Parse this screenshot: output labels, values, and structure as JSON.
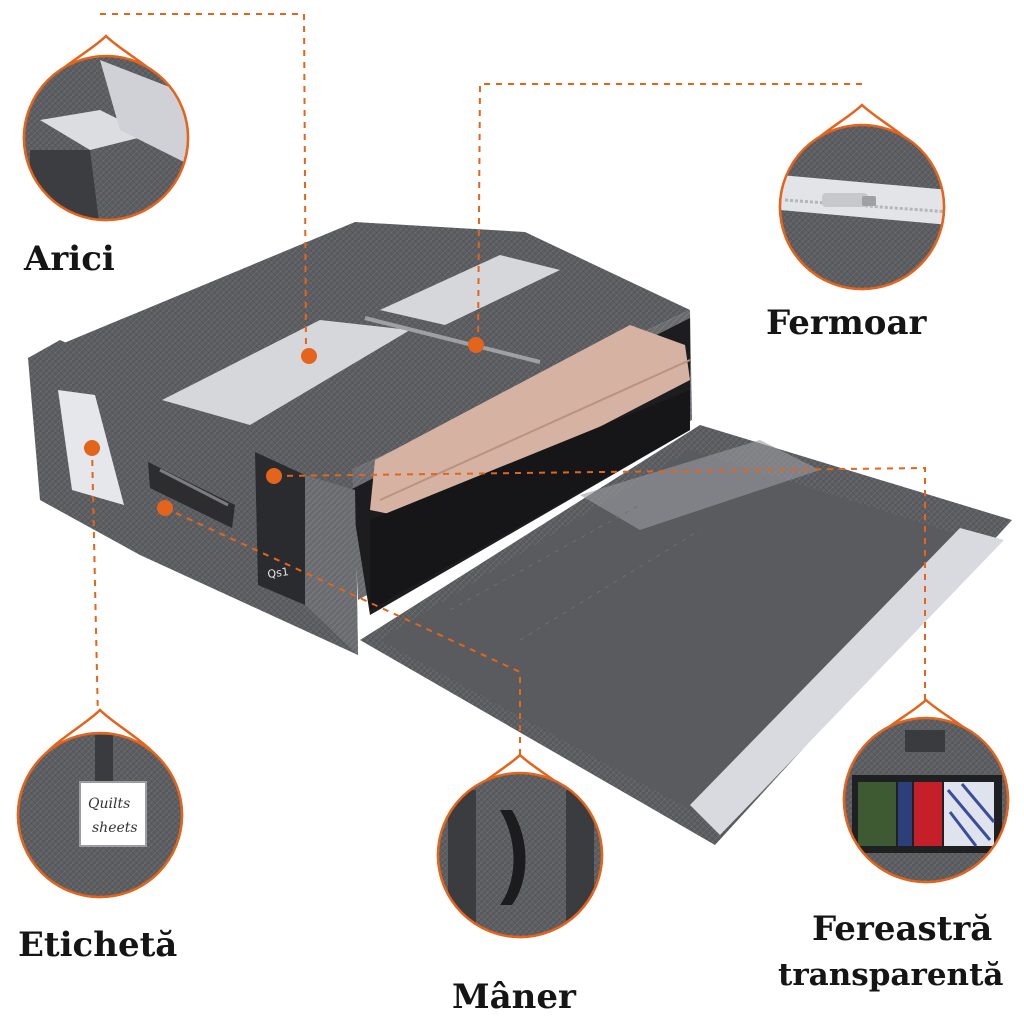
{
  "accent_color": "#e4641c",
  "labels": {
    "arici": "Arici",
    "fermoar": "Fermoar",
    "eticheta": "Etichetă",
    "maner": "Mâner",
    "fereastra_line1": "Fereastră",
    "fereastra_line2": "transparentă"
  },
  "tag_text": {
    "line1": "Quilts",
    "line2": "sheets"
  },
  "front_window_text": "Qs1",
  "icons": [
    "velcro-detail-icon",
    "zipper-detail-icon",
    "label-detail-icon",
    "handle-detail-icon",
    "window-detail-icon"
  ]
}
